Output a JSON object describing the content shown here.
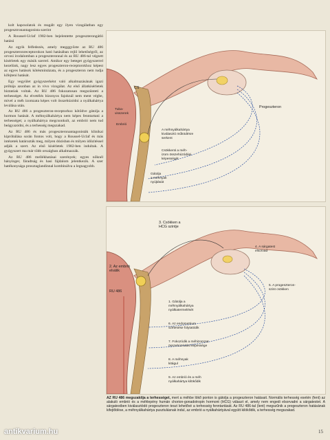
{
  "column_text": [
    "kolt kapcsolatok és reagált egy ilyen vizsgálatban egy progesztronantagonista szerint",
    "A Roussel-Uclaf 1982-ben bejelentette progeszteron­gátló hatású ",
    "Az egyik felfedezés, amely megggyőzte az RU 486 progeszteronreceptorokon ható hatásában rejlő lehetőségről, az orvosi irodalomban a progeszteronnal és az RU 486-tal végzett kísérletek egy másik szerrel. Amikor egy beteget gyógyszerrel kezelünk, nagy lesz egyes progeszteron-receptorokhoz képest az egyes hatások kötés­mintázata, és a progeszteron nem tudja kifejteni hatását.",
    "Egy vegyület gyógyszerként való alkalmazásának igazi próbája azonban az in vivo vizsgálat. Az első állatkísérletek biztatóak voltak. Az RU 486 fokozatosan megszünteti a terhességet. Az elvetélés bizonyos fajoknál nem ment végbe, mivel a méh izomzata képes volt összehúzódni a nyálkahártya leválása után.",
    "Az RU 486 a progeszteron-receptorhoz kötődve gátolja a hormon hatását. A méhnyálkahártya nem képes fenntartani a terhességet; a nyálkahártya megcsonkult, az embrió nem tud beágyazódni, és a terhesség megszakad.",
    "Az RU 486 és más progeszteronantagonisták klinikai kipróbálása során fontos volt, hogy a Roussel-Uclaf és más intézetek határozták meg, milyen dózisban és milyen időzítéssel adják a szert. Az első kísérletek 1982-ben indultak. A gyógyszert ma már több országban alkalmazzák.",
    "Az RU 486 mellékhatásai szerények; egyes nőknél hányinger, fáradtság és hasi fájdalom jelentkezik. A szer hatékonysága prosztaglandinnal kombinálva a legnagyobb."
  ],
  "top_diagram": {
    "labels": {
      "cs": "CS",
      "tuba": "Tuba-\nvisszerek",
      "embrio": "Embrió",
      "progeszteron": "Progeszteron",
      "mehnyalkahartya": "A méhnyálkahártya\nkiválasztó működésre\nserkent",
      "cosimok": "Csökkenti a méh-\nizom összehúzódási\nképességét",
      "gatolja": "Gátolja\na méhnyak\nnyújtását"
    }
  },
  "bottom_diagram": {
    "labels": {
      "l3": "3. Csökken a\nHCG szintje",
      "l2": "2. Az embrió\nelválik",
      "ru": "RU 486",
      "l4": "4. A sárgatest\nelsorvad",
      "l5": "5. A progeszteron-\nszint csökken",
      "l1": "1. Gátolja a\nméhnyálkahártya\nnyálkatermelését",
      "l6": "6. Az endometrium\nszétesése folytatódik",
      "l7": "7. Fokozódik a méhizomzat\nösszehúzódási képessége",
      "l8": "8. A méhnyak\nkitágul",
      "l9": "9. Az embrió és a méh\nnyálkahártya kilökődik"
    }
  },
  "caption": {
    "lead": "AZ RU 486 megszakítja a terhességet,",
    "body": " mert a méhbe lökő ponton is gátolja a progeszteron hatásait. Normális terhesség esetén (fent) az alakuló embrió és a méhlepény humán chorion-gonadotropin hormont (HCG) választ el, amely nem engedi elsorvadni a sárgatestet. A sárgatestben kiválasztódó progeszteron teszi lehetővé a terhesség fenntartását. Az RU 486-tal (lent) megszűnik a progeszteron hatásának kifejtődése, a méhnyálkahártya pusztulásnak indul, az embrió a nyálkahártyával együtt kilökődik, a terhesség megszakad."
  },
  "page_number": "15",
  "watermark": "antikvarium.hu"
}
